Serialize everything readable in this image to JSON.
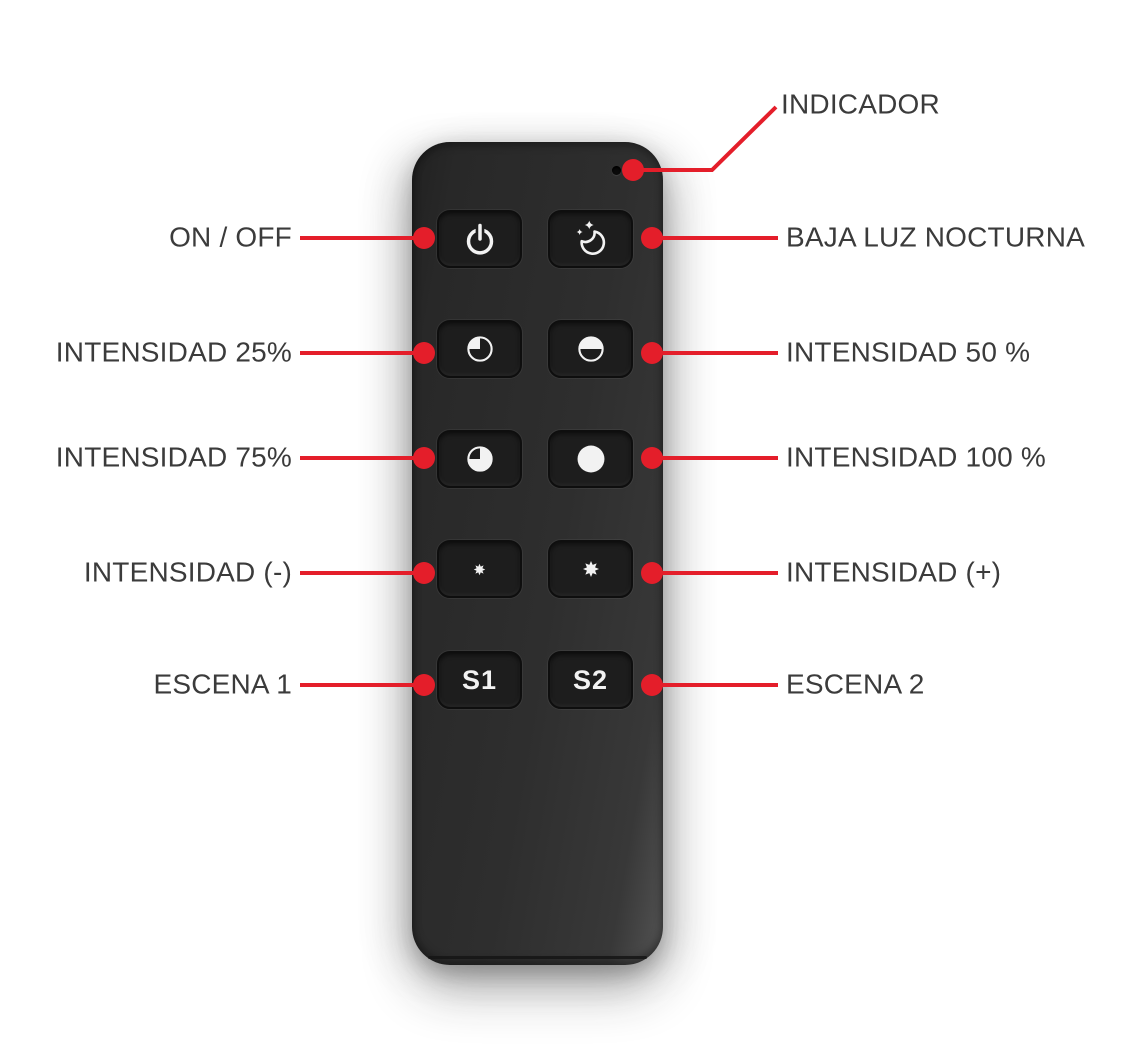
{
  "colors": {
    "accent_red": "#e41e2a",
    "remote_body": "#2e2e2e",
    "button_face": "#1d1d1d",
    "icon_white": "#f2f2f2",
    "label_text": "#3b3b3b",
    "background": "#ffffff"
  },
  "callouts": {
    "indicator": "INDICADOR",
    "on_off": "ON / OFF",
    "night_light": "BAJA LUZ NOCTURNA",
    "intensity_25": "INTENSIDAD 25%",
    "intensity_50": "INTENSIDAD 50 %",
    "intensity_75": "INTENSIDAD 75%",
    "intensity_100": "INTENSIDAD 100 %",
    "intensity_minus": "INTENSIDAD (-)",
    "intensity_plus": "INTENSIDAD (+)",
    "scene_1": "ESCENA 1",
    "scene_2": "ESCENA 2"
  },
  "remote": {
    "s1": "S1",
    "s2": "S2",
    "icons": {
      "power": "power-icon",
      "night_light": "moon-stars-icon",
      "intensity_25": "pie-quarter-icon",
      "intensity_50": "pie-half-icon",
      "intensity_75": "pie-three-quarter-icon",
      "intensity_100": "pie-full-icon",
      "intensity_minus": "sun-small-icon",
      "intensity_plus": "sun-large-icon",
      "indicator": "led-hole"
    }
  }
}
